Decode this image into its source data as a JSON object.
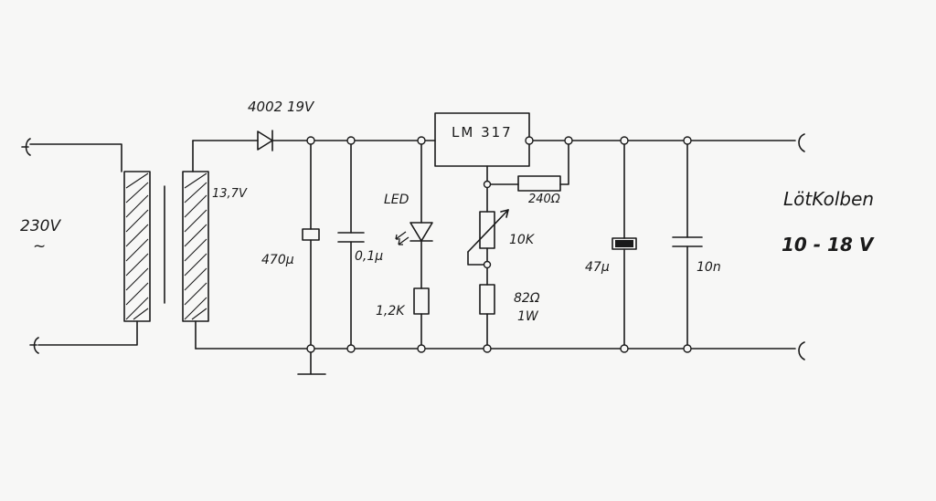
{
  "labels": {
    "mains_voltage": "230V",
    "mains_ac": "~",
    "secondary_voltage": "13,7V",
    "diode": "4002 19V",
    "c_filter": "470µ",
    "c_decouple": "0,1µ",
    "led": "LED",
    "r_led": "1,2K",
    "regulator": "LM 317",
    "r_top": "240Ω",
    "pot": "10K",
    "r_bottom": "82Ω",
    "r_bottom_power": "1W",
    "c_out1": "47µ",
    "c_out2": "10n",
    "title": "LötKolben",
    "range": "10 - 18 V"
  }
}
